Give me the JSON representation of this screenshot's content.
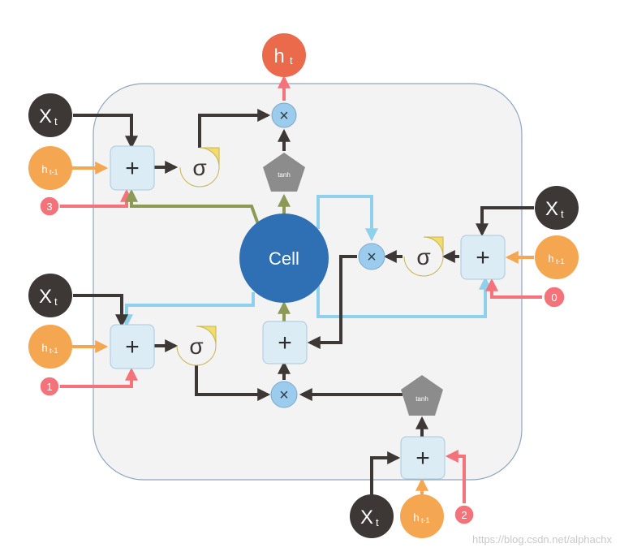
{
  "colors": {
    "dark": "#3d3835",
    "orange": "#f5a651",
    "pink": "#f4737b",
    "red_out": "#ec6a4c",
    "blue_light": "#8fd0ea",
    "blue_cell": "#2f70b5",
    "olive": "#8c9a55",
    "yellow": "#f0dd6e",
    "box_fill": "#dcecf5",
    "mult_fill": "#9bcbed",
    "tanh_fill": "#8c8c8c",
    "panel_fill": "#f3f3f3",
    "panel_stroke": "#8fa6c0"
  },
  "labels": {
    "output": "h",
    "output_sub": "t",
    "cell": "Cell",
    "x": "X",
    "x_sub": "t",
    "h_prev": "h",
    "h_prev_sub": "t-1",
    "sigma": "σ",
    "tanh": "tanh",
    "plus": "+",
    "times": "×",
    "gate_3": "3",
    "gate_1": "1",
    "gate_0": "0",
    "gate_2": "2"
  },
  "watermark": "https://blog.csdn.net/alphachx"
}
